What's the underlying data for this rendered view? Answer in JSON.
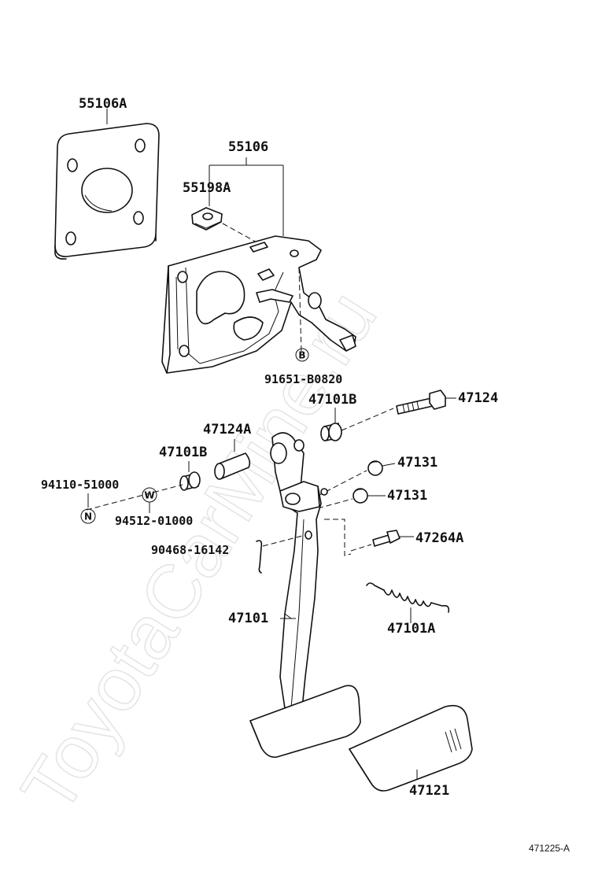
{
  "watermark": "ToyotaCarMine.ru",
  "figure_code": "471225-A",
  "labels": {
    "p55106A": "55106A",
    "p55106": "55106",
    "p55198A": "55198A",
    "p91651": "91651-B0820",
    "p47101B_top": "47101B",
    "p47124": "47124",
    "p47124A": "47124A",
    "p47101B_left": "47101B",
    "p47131_top": "47131",
    "p47131_bot": "47131",
    "p94110": "94110-51000",
    "p94512": "94512-01000",
    "p90468": "90468-16142",
    "p47264A": "47264A",
    "p47101": "47101",
    "p47101A": "47101A",
    "p47121": "47121"
  },
  "markers": {
    "b": "B",
    "w": "W",
    "n": "N"
  }
}
